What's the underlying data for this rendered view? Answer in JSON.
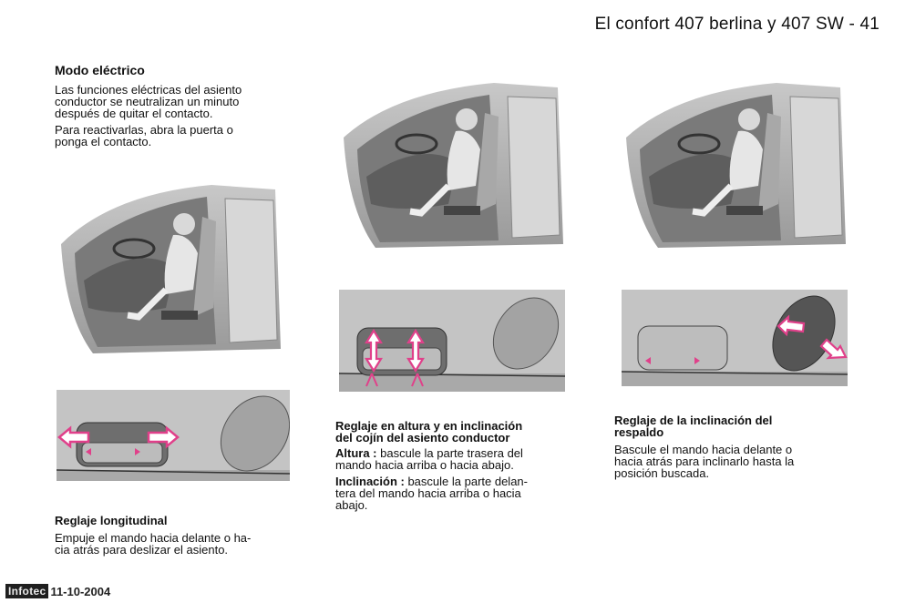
{
  "header": {
    "title": "El confort 407 berlina y 407 SW - 41"
  },
  "col1": {
    "heading": "Modo eléctrico",
    "p1": [
      "Las funciones eléctricas del asiento",
      "conductor se neutralizan un minuto",
      "después de quitar el contacto."
    ],
    "p2": [
      "Para reactivarlas, abra la puerta o",
      "ponga el contacto."
    ],
    "caption_title": "Reglaje longitudinal",
    "caption_text": [
      "Empuje el mando hacia delante o ha-",
      "cia atrás para deslizar el asiento."
    ]
  },
  "col2": {
    "caption_title": [
      "Reglaje en altura y en inclinación",
      "del cojín del asiento conductor"
    ],
    "item1_label": "Altura :",
    "item1_text": [
      " bascule la parte trasera del",
      "mando hacia arriba o hacia abajo."
    ],
    "item2_label": "Inclinación :",
    "item2_text": [
      " bascule la parte delan-",
      "tera del mando hacia arriba o hacia",
      "abajo."
    ]
  },
  "col3": {
    "caption_title": [
      "Reglaje de la inclinación del",
      "respaldo"
    ],
    "caption_text": [
      "Bascule el mando hacia delante o",
      "hacia atrás para inclinarlo hasta la",
      "posición buscada."
    ]
  },
  "footer": {
    "brand": "Infotec",
    "date": "11-10-2004"
  },
  "colors": {
    "arrow": "#e0408a",
    "arrow_fill": "#ffffff",
    "photo_bg": "#bdbdbd"
  }
}
